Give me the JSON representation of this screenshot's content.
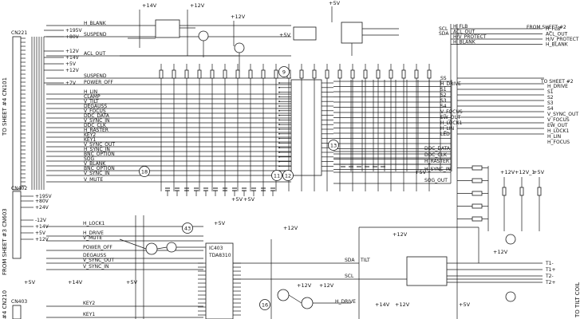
{
  "side_labels": {
    "left_top": "TO SHEET #4 CN101",
    "left_mid": "FROM SHEET #3 CN603",
    "left_bot": "#4 CN210",
    "right_bot": "TO TILT COIL"
  },
  "connectors": {
    "cn221": "CN221",
    "cn402": "CN402",
    "cn403": "CN403"
  },
  "ics": {
    "ic403": "IC403",
    "ic403_part": "TDA8310"
  },
  "circled_nums": [
    "9",
    "13",
    "18",
    "11",
    "12",
    "43",
    "16"
  ],
  "supplies": {
    "p14v_a": "+14V",
    "p12v_a": "+12V",
    "p12v_b": "+12V",
    "p5v_a": "+5V",
    "p5v_b": "+5V",
    "p5v_c": "+5V",
    "p5v_d": "+5V",
    "p5v_e": "+5V",
    "p12v_c": "+12V",
    "p12v_d": "+12V",
    "p12v_e": "+12V",
    "p5v_f": "+5V",
    "p5v_g": "+5V",
    "p5v_h": "+5V",
    "p12v_f": "+12V",
    "p14v_b": "+14V",
    "p5v_i": "+5V",
    "p12v_i": "+12V",
    "p14v_c": "+14V",
    "p12v_j": "+12V"
  },
  "left_signals": [
    "H_BLANK",
    "SUSPEND",
    "ACL_OUT",
    "SUSPEND",
    "POWER_OFF",
    "H_LIN",
    "CLAMP",
    "V_TILT",
    "DEGAUSS",
    "V_FOCUS",
    "DDC_DATA",
    "V_SYNC_IN",
    "DDC_CLK",
    "H_RASTER",
    "KEY2",
    "KEY1",
    "V_SYNC_OUT",
    "H_SYNC_IN",
    "BNC_OPTION",
    "SOG",
    "V_BLANK",
    "BNC_OPTION",
    "V_SYNC_IN",
    "V_MUTE"
  ],
  "left_rails": [
    "+195V",
    "+80V",
    "+12V",
    "+14V",
    "+5V",
    "+12V",
    "+7V"
  ],
  "cn402_rails": [
    "+195V",
    "+80V",
    "+24V",
    "-12V",
    "+14V",
    "+5V",
    "+12V"
  ],
  "mid_left_signals": [
    "H_LOCK1",
    "H_DRIVE",
    "V_MUTE",
    "POWER_OFF",
    "DEGAUSS",
    "V_SYNC_OUT",
    "V_SYNC_IN",
    "KEY2",
    "KEY1"
  ],
  "right_top_inputs": [
    "SCL",
    "SDA"
  ],
  "right_top_labels": [
    "H_FLB",
    "ACL_OUT",
    "H/V_PROTECT",
    "H_BLANK"
  ],
  "right_top_heading": "FROM SHEET #2",
  "right_mid_heading": "TO SHEET #2",
  "right_mid_signals": [
    "H_DRIVE",
    "S1",
    "S2",
    "S3",
    "S4",
    "V_SYNC_OUT",
    "V_FOCUS",
    "EW_OUT",
    "H_LOCK1",
    "H_LIN",
    "H_FOCUS"
  ],
  "right_mid_inputs": [
    "SS",
    "H_DRIVE",
    "S1",
    "S2",
    "S3",
    "S4",
    "V_FOCUS",
    "EW_OUT",
    "H_LOCK1",
    "H_LIN",
    "LED"
  ],
  "right_lower_signals": [
    "DDC_DATA",
    "DDC_CLK",
    "H_RASTER",
    "H_SYNC_IN",
    "SOG_OUT"
  ],
  "bottom_signals": [
    "SDA",
    "TILT",
    "SCL",
    "H_DRIVE"
  ],
  "tilt_labels": [
    "T1-",
    "T1+",
    "T2-",
    "T2+"
  ],
  "pwr_labels": [
    "+12V",
    "+12V_1",
    "+5V"
  ]
}
